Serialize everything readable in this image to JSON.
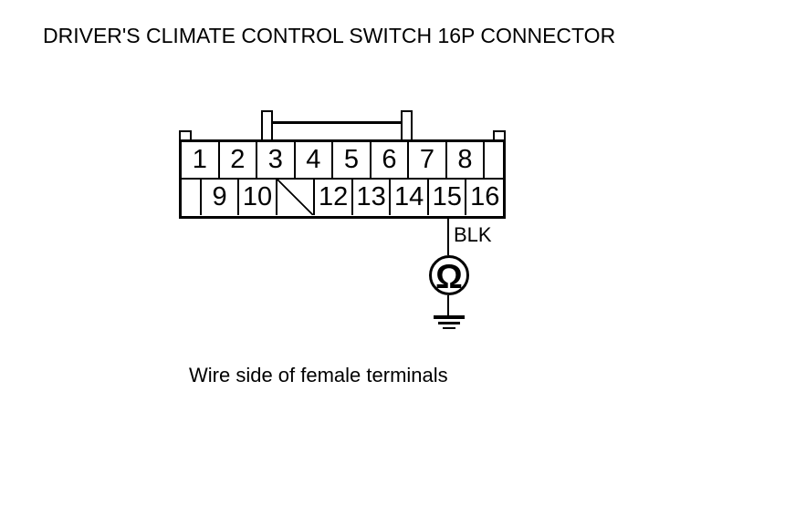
{
  "title": "DRIVER'S CLIMATE CONTROL SWITCH 16P CONNECTOR",
  "connector": {
    "label": "16P connector",
    "rows": [
      {
        "name": "pins-1-8",
        "cells": [
          {
            "label": "1",
            "flex": 2
          },
          {
            "label": "2",
            "flex": 2
          },
          {
            "label": "3",
            "flex": 2
          },
          {
            "label": "4",
            "flex": 2
          },
          {
            "label": "5",
            "flex": 2
          },
          {
            "label": "6",
            "flex": 2
          },
          {
            "label": "7",
            "flex": 2
          },
          {
            "label": "8",
            "flex": 2
          },
          {
            "label": "",
            "flex": 1,
            "blank": true
          }
        ]
      },
      {
        "name": "pins-9-16",
        "cells": [
          {
            "label": "",
            "flex": 1,
            "blank": true
          },
          {
            "label": "9",
            "flex": 2
          },
          {
            "label": "10",
            "flex": 2
          },
          {
            "label": "",
            "flex": 2,
            "slash": true
          },
          {
            "label": "12",
            "flex": 2
          },
          {
            "label": "13",
            "flex": 2
          },
          {
            "label": "14",
            "flex": 2
          },
          {
            "label": "15",
            "flex": 2
          },
          {
            "label": "16",
            "flex": 2
          }
        ]
      }
    ]
  },
  "probe": {
    "wire_label": "BLK",
    "meter_symbol": "Ω",
    "connected_pin": "15"
  },
  "caption": "Wire side of female terminals",
  "colors": {
    "line": "#000000",
    "background": "#ffffff",
    "text": "#000000"
  }
}
